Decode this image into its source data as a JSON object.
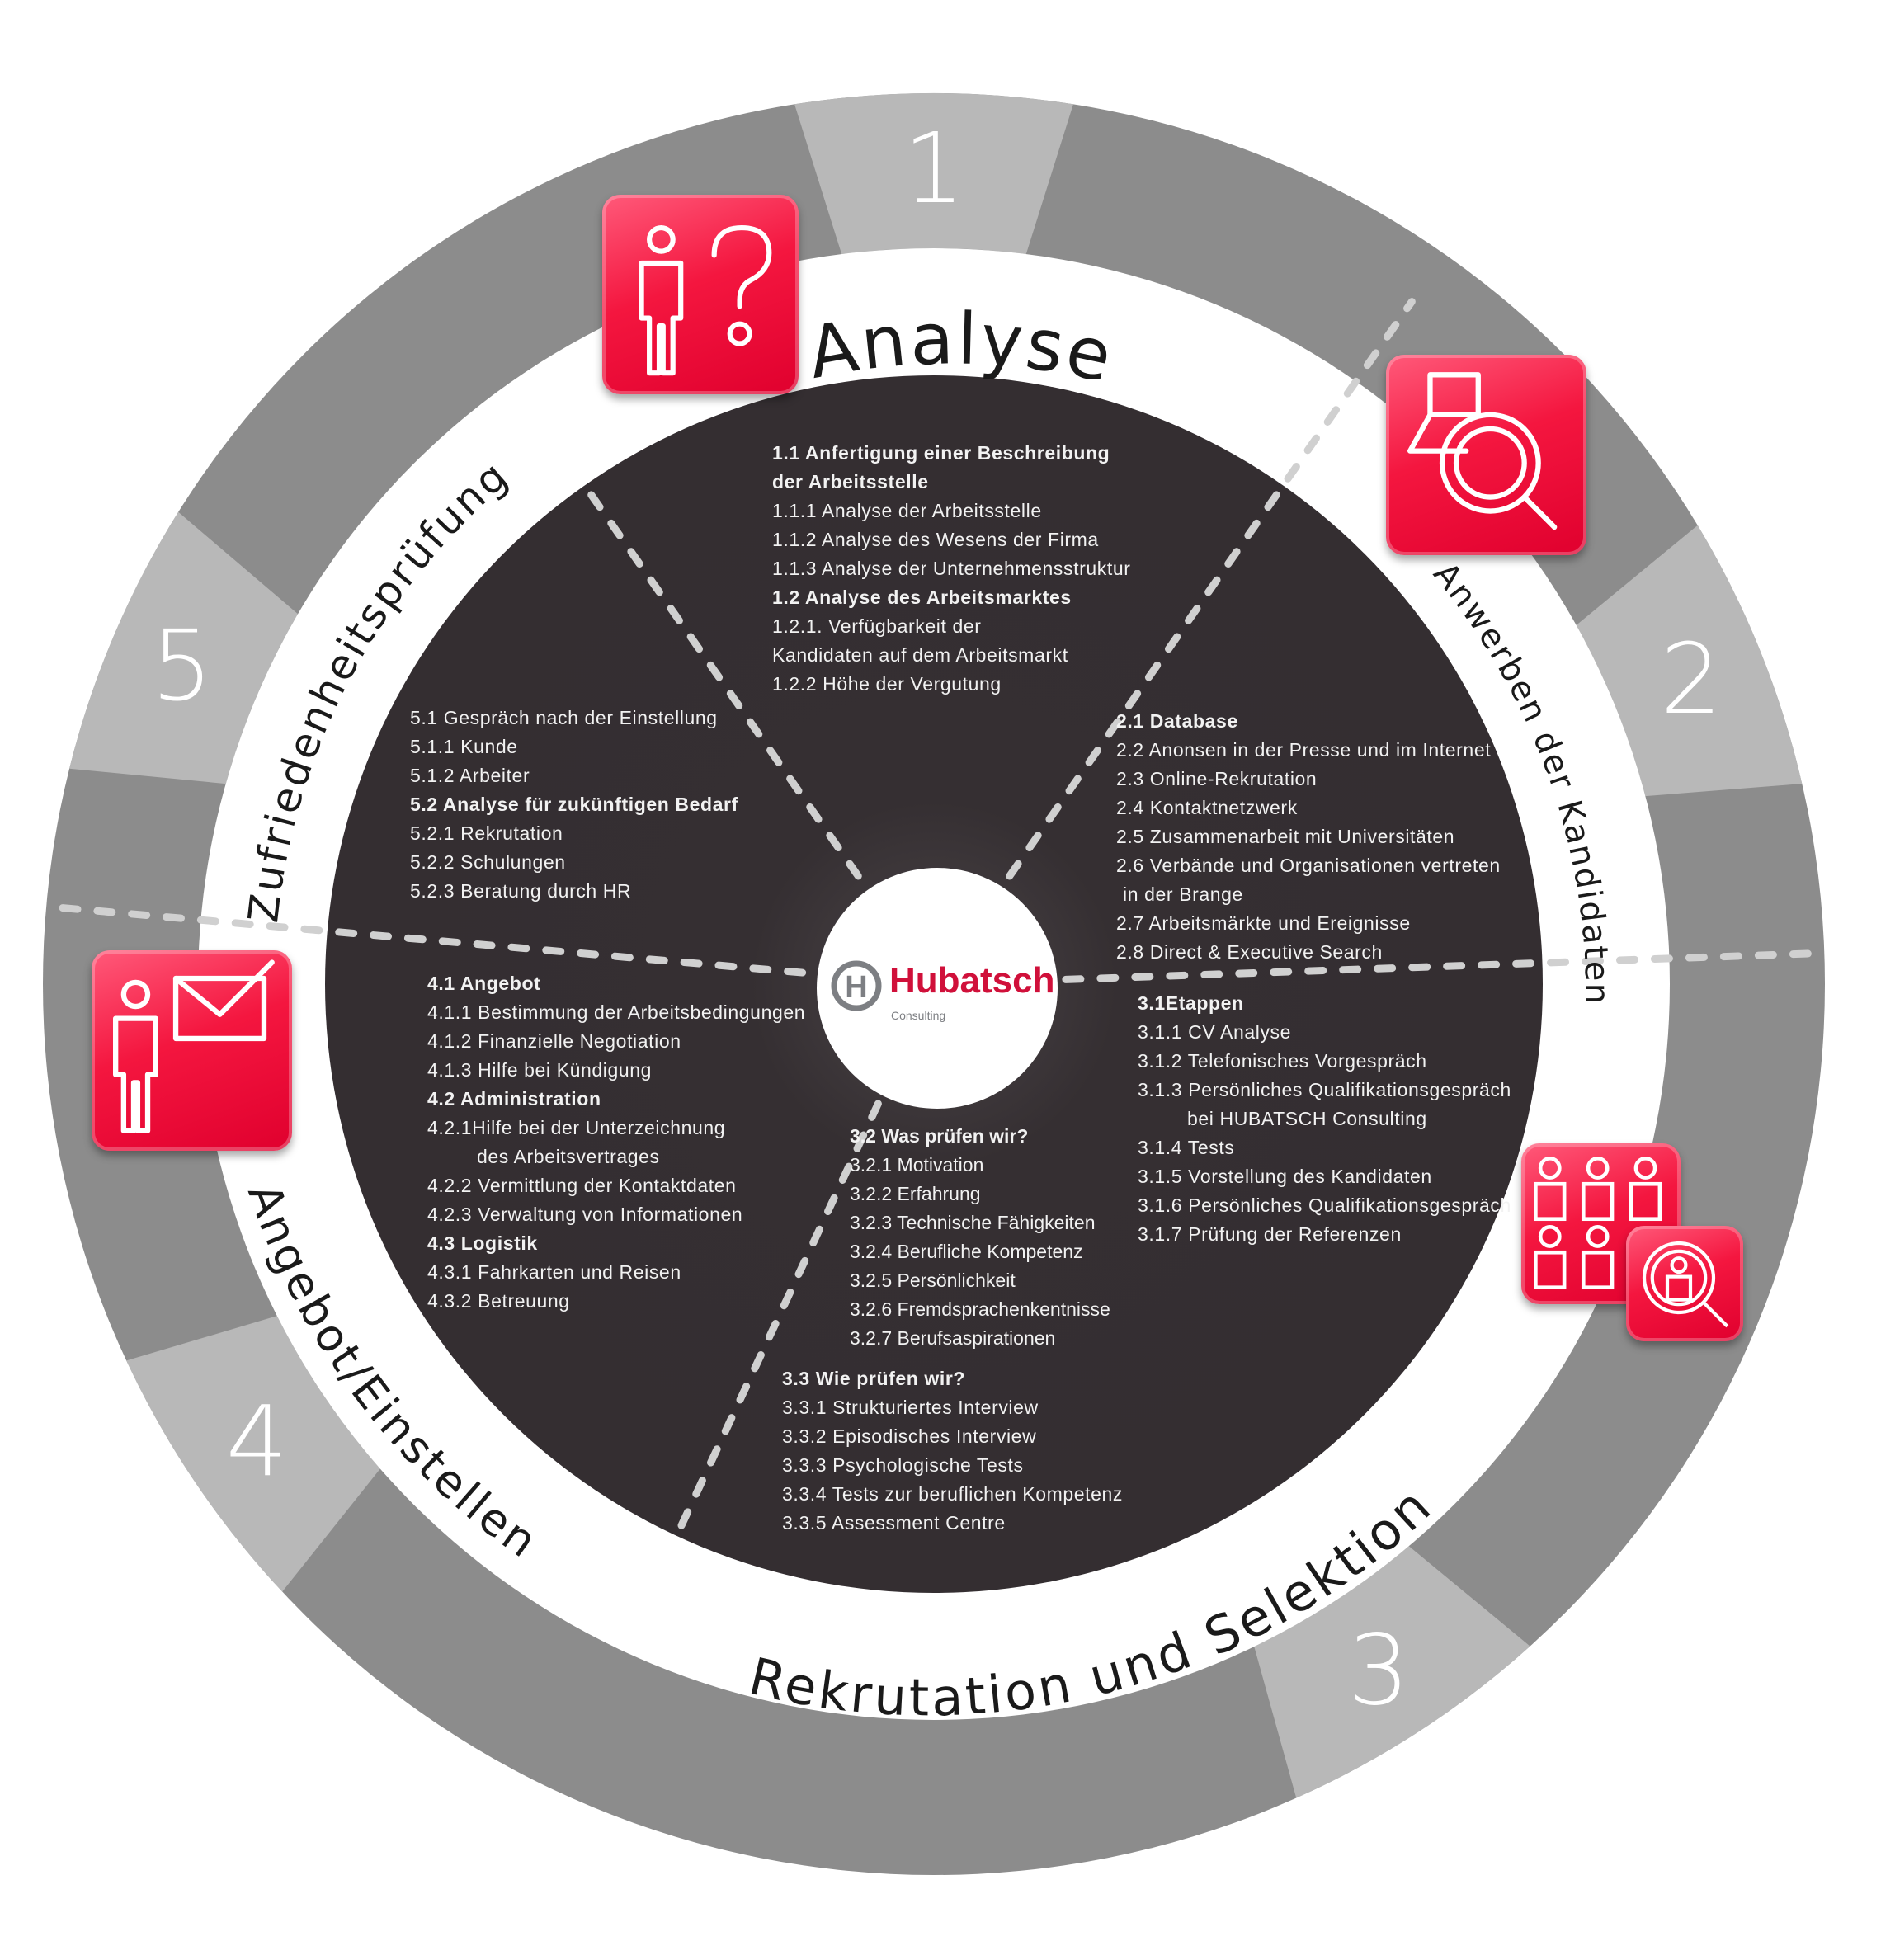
{
  "steps": [
    {
      "number": "1",
      "title": "Analyse"
    },
    {
      "number": "2",
      "title": "Anwerben der Kandidaten über"
    },
    {
      "number": "3",
      "title": "Rekrutation und Selektion"
    },
    {
      "number": "4",
      "title": "Angebot/Einstellen"
    },
    {
      "number": "5",
      "title": "Zufriedenheitsprüfung"
    }
  ],
  "logo": {
    "mark": "H",
    "name": "Hubatsch",
    "tagline": "Consulting"
  },
  "colors": {
    "accent": "#e8103c",
    "ring": "#8c8c8c",
    "ring_light": "#b8b8b8",
    "disc": "#352f32",
    "logo_gray": "#7d7f83"
  },
  "icons": [
    "person-question-icon",
    "computer-search-icon",
    "candidates-search-icon",
    "person-mail-icon"
  ],
  "blocks": {
    "b1": [
      {
        "text": "1.1 Anfertigung einer Beschreibung",
        "bold": true
      },
      {
        "text": "der Arbeitsstelle",
        "bold": true
      },
      {
        "text": "1.1.1 Analyse der Arbeitsstelle"
      },
      {
        "text": "1.1.2 Analyse des Wesens der Firma"
      },
      {
        "text": "1.1.3 Analyse der Unternehmensstruktur"
      },
      {
        "text": "1.2 Analyse des Arbeitsmarktes",
        "bold": true
      },
      {
        "text": "1.2.1. Verfügbarkeit der"
      },
      {
        "text": "Kandidaten auf dem Arbeitsmarkt"
      },
      {
        "text": "1.2.2 Höhe der Vergutung"
      }
    ],
    "b2": [
      {
        "text": "2.1 Database",
        "bold": true
      },
      {
        "text": "2.2 Anonsen in der Presse und im Internet"
      },
      {
        "text": "2.3 Online-Rekrutation"
      },
      {
        "text": "2.4 Kontaktnetzwerk"
      },
      {
        "text": "2.5 Zusammenarbeit mit Universitäten"
      },
      {
        "text": "2.6 Verbände und Organisationen vertreten"
      },
      {
        "text": "in der Brange",
        "cont": "s"
      },
      {
        "text": "2.7 Arbeitsmärkte und Ereignisse"
      },
      {
        "text": "2.8 Direct & Executive Search"
      }
    ],
    "b31": [
      {
        "text": "3.1Etappen",
        "bold": true
      },
      {
        "text": "3.1.1 CV Analyse"
      },
      {
        "text": "3.1.2 Telefonisches Vorgespräch"
      },
      {
        "text": "3.1.3 Persönliches Qualifikationsgespräch"
      },
      {
        "text": "bei HUBATSCH Consulting",
        "cont": "l"
      },
      {
        "text": "3.1.4 Tests"
      },
      {
        "text": "3.1.5 Vorstellung des Kandidaten"
      },
      {
        "text": "3.1.6 Persönliches Qualifikationsgespräch"
      },
      {
        "text": "3.1.7 Prüfung der Referenzen"
      }
    ],
    "b32": [
      {
        "text": "3.2 Was prüfen wir?",
        "bold": true
      },
      {
        "text": "3.2.1 Motivation"
      },
      {
        "text": "3.2.2 Erfahrung"
      },
      {
        "text": "3.2.3 Technische Fähigkeiten"
      },
      {
        "text": "3.2.4 Berufliche Kompetenz"
      },
      {
        "text": "3.2.5 Persönlichkeit"
      },
      {
        "text": "3.2.6 Fremdsprachenkentnisse"
      },
      {
        "text": "3.2.7 Berufsaspirationen"
      }
    ],
    "b33": [
      {
        "text": "3.3 Wie prüfen wir?",
        "bold": true
      },
      {
        "text": "3.3.1 Strukturiertes Interview"
      },
      {
        "text": "3.3.2 Episodisches Interview"
      },
      {
        "text": "3.3.3 Psychologische Tests"
      },
      {
        "text": "3.3.4 Tests zur beruflichen Kompetenz"
      },
      {
        "text": "3.3.5 Assessment Centre"
      }
    ],
    "b4": [
      {
        "text": "4.1 Angebot",
        "bold": true
      },
      {
        "text": "4.1.1 Bestimmung der Arbeitsbedingungen"
      },
      {
        "text": "4.1.2 Finanzielle Negotiation"
      },
      {
        "text": "4.1.3 Hilfe bei Kündigung"
      },
      {
        "text": "4.2 Administration",
        "bold": true
      },
      {
        "text": "4.2.1Hilfe bei der Unterzeichnung"
      },
      {
        "text": "des Arbeitsvertrages",
        "cont": "l"
      },
      {
        "text": "4.2.2 Vermittlung der Kontaktdaten"
      },
      {
        "text": "4.2.3 Verwaltung von Informationen"
      },
      {
        "text": "4.3 Logistik",
        "bold": true
      },
      {
        "text": "4.3.1 Fahrkarten und Reisen"
      },
      {
        "text": "4.3.2 Betreuung"
      }
    ],
    "b5": [
      {
        "text": "5.1 Gespräch nach der Einstellung"
      },
      {
        "text": "5.1.1 Kunde"
      },
      {
        "text": "5.1.2 Arbeiter"
      },
      {
        "text": "5.2 Analyse für zukünftigen Bedarf",
        "bold": true
      },
      {
        "text": "5.2.1 Rekrutation"
      },
      {
        "text": "5.2.2 Schulungen"
      },
      {
        "text": "5.2.3 Beratung durch HR"
      }
    ]
  }
}
